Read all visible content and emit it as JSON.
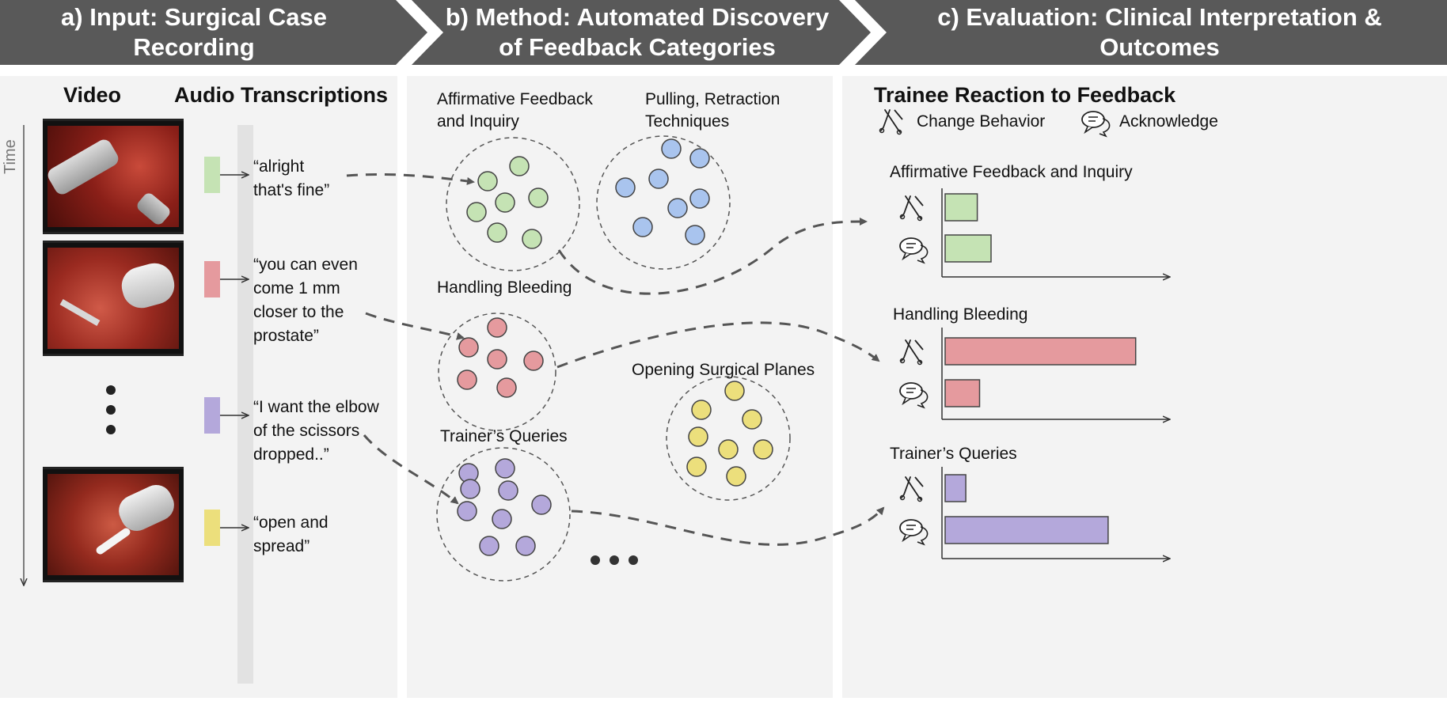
{
  "headers": [
    {
      "label": "a) Input: Surgical Case Recording"
    },
    {
      "label": "b) Method: Automated Discovery of Feedback Categories"
    },
    {
      "label": "c) Evaluation: Clinical Interpretation & Outcomes"
    }
  ],
  "panel_a": {
    "video_title": "Video",
    "audio_title": "Audio Transcriptions",
    "time_label": "Time",
    "transcripts": [
      {
        "text": "“alright that's fine”",
        "color": "#c5e3b4"
      },
      {
        "text": "“you can even come 1 mm closer to the prostate”",
        "color": "#e59a9e"
      },
      {
        "text": "“I want the elbow of the scissors dropped..”",
        "color": "#b4a8db"
      },
      {
        "text": "“open and spread”",
        "color": "#ecdf7c"
      }
    ]
  },
  "panel_b": {
    "clusters": [
      {
        "label": "Affirmative Feedback and Inquiry",
        "color": "#c5e3b4"
      },
      {
        "label": "Pulling, Retraction Techniques",
        "color": "#a9c4ee"
      },
      {
        "label": "Handling Bleeding",
        "color": "#e59a9e"
      },
      {
        "label": "Opening Surgical Planes",
        "color": "#ecdf7c"
      },
      {
        "label": "Trainer’s Queries",
        "color": "#b4a8db"
      }
    ]
  },
  "panel_c": {
    "title": "Trainee Reaction to Feedback",
    "legend": [
      {
        "label": "Change Behavior",
        "icon": "surgical-tools-icon"
      },
      {
        "label": "Acknowledge",
        "icon": "speech-bubbles-icon"
      }
    ],
    "chart_data": {
      "type": "bar",
      "orientation": "horizontal",
      "xlim": [
        0,
        1
      ],
      "panels": [
        {
          "title": "Affirmative Feedback and Inquiry",
          "color": "#c5e3b4",
          "values": [
            0.14,
            0.2
          ]
        },
        {
          "title": "Handling Bleeding",
          "color": "#e59a9e",
          "values": [
            0.83,
            0.15
          ]
        },
        {
          "title": "Trainer’s Queries",
          "color": "#b4a8db",
          "values": [
            0.09,
            0.71
          ]
        }
      ],
      "categories": [
        "Change Behavior",
        "Acknowledge"
      ]
    }
  },
  "colors": {
    "header_bg": "#595959",
    "panel_bg": "#f3f3f3",
    "arrow": "#555555"
  }
}
